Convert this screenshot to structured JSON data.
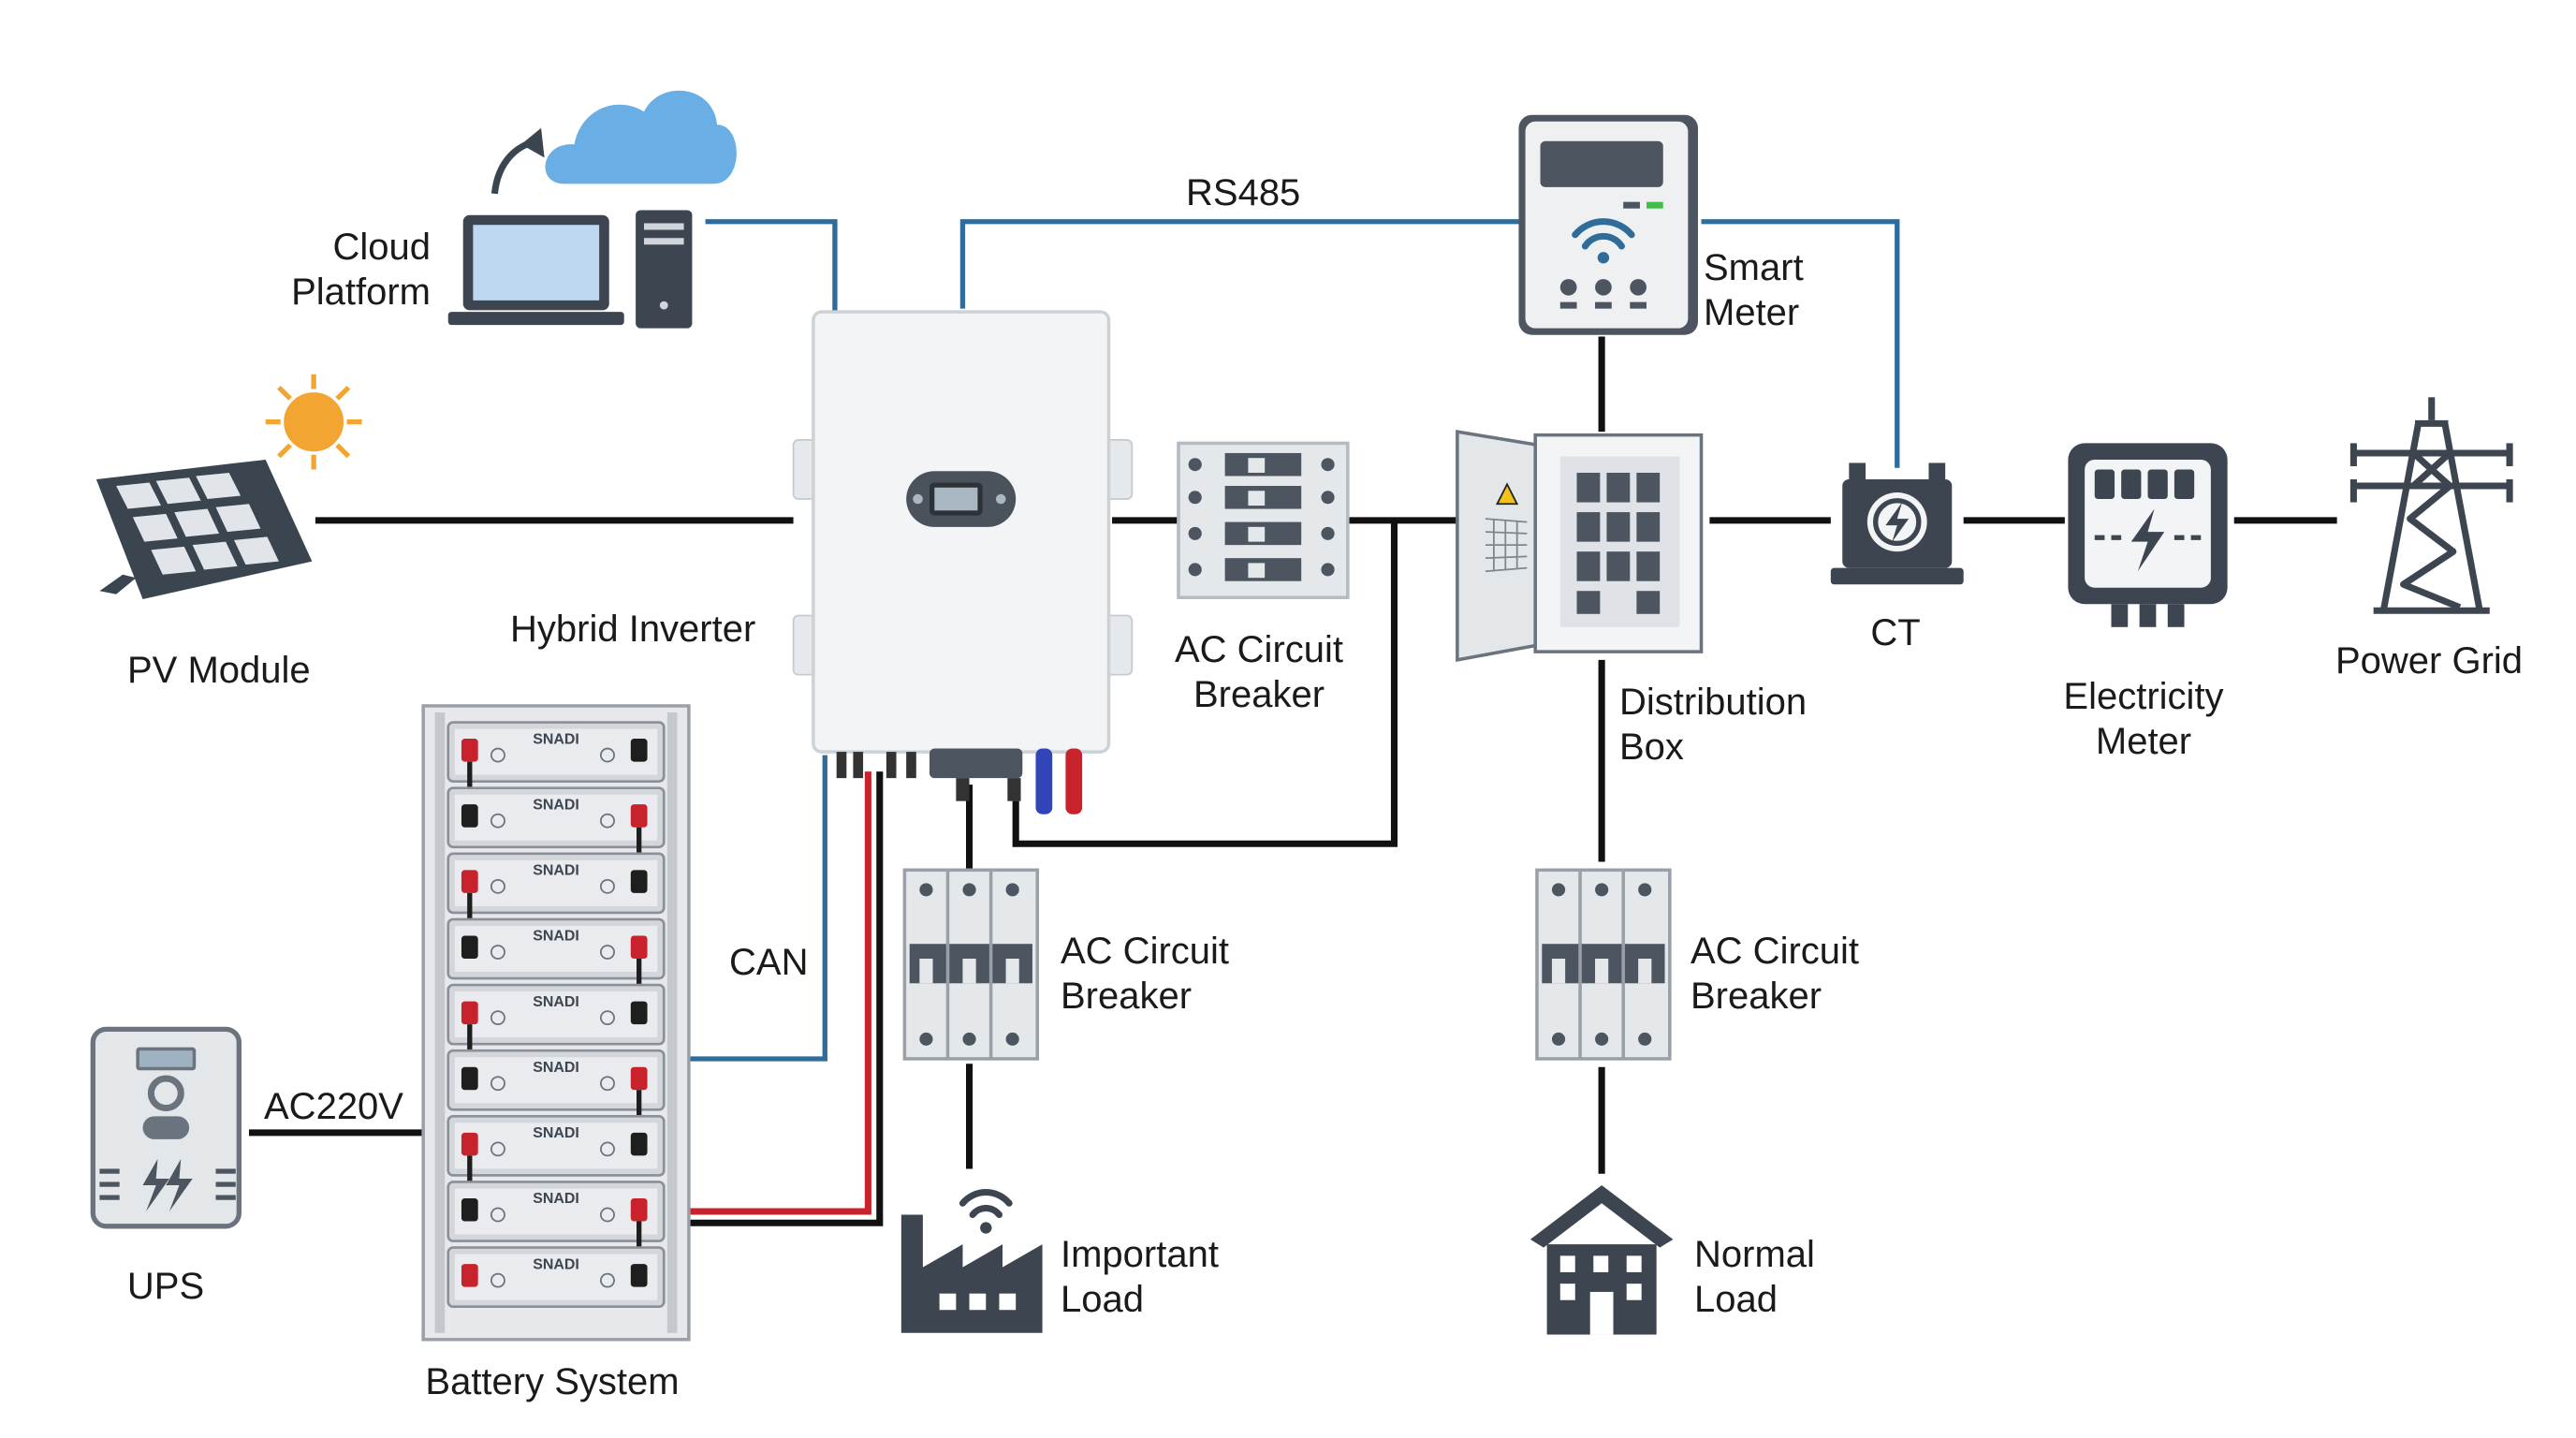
{
  "colors": {
    "power_line": "#111111",
    "comm_line": "#2f6c99",
    "dc_positive": "#c8232c",
    "dc_negative": "#111111",
    "device_gray": "#4d5660",
    "panel_blue": "#2e3f52",
    "sun": "#f3a531",
    "cloud": "#6aaee6"
  },
  "nodes": {
    "cloud_platform": {
      "line1": "Cloud",
      "line2": "Platform",
      "icons": [
        "cloud-icon",
        "laptop-icon",
        "server-icon"
      ]
    },
    "pv_module": {
      "label": "PV Module",
      "icons": [
        "solar-panel-icon",
        "sun-icon"
      ]
    },
    "hybrid_inverter": {
      "label": "Hybrid Inverter"
    },
    "ac_breaker_top": {
      "line1": "AC Circuit",
      "line2": "Breaker"
    },
    "smart_meter": {
      "line1": "Smart",
      "line2": "Meter",
      "icon": "wifi-icon"
    },
    "distribution_box": {
      "line1": "Distribution",
      "line2": "Box",
      "icon": "warning-icon"
    },
    "ct": {
      "label": "CT"
    },
    "electricity_meter": {
      "line1": "Electricity",
      "line2": "Meter"
    },
    "power_grid": {
      "label": "Power Grid",
      "icon": "transmission-tower-icon"
    },
    "battery_system": {
      "label": "Battery System",
      "module_brand": "SNADI",
      "module_count": 9
    },
    "ups": {
      "label": "UPS"
    },
    "ac_breaker_left": {
      "line1": "AC Circuit",
      "line2": "Breaker"
    },
    "ac_breaker_right": {
      "line1": "AC Circuit",
      "line2": "Breaker"
    },
    "important_load": {
      "line1": "Important",
      "line2": "Load",
      "icon": "factory-icon"
    },
    "normal_load": {
      "line1": "Normal",
      "line2": "Load",
      "icon": "house-icon"
    }
  },
  "links": {
    "rs485": "RS485",
    "can": "CAN",
    "ac220v": "AC220V"
  }
}
